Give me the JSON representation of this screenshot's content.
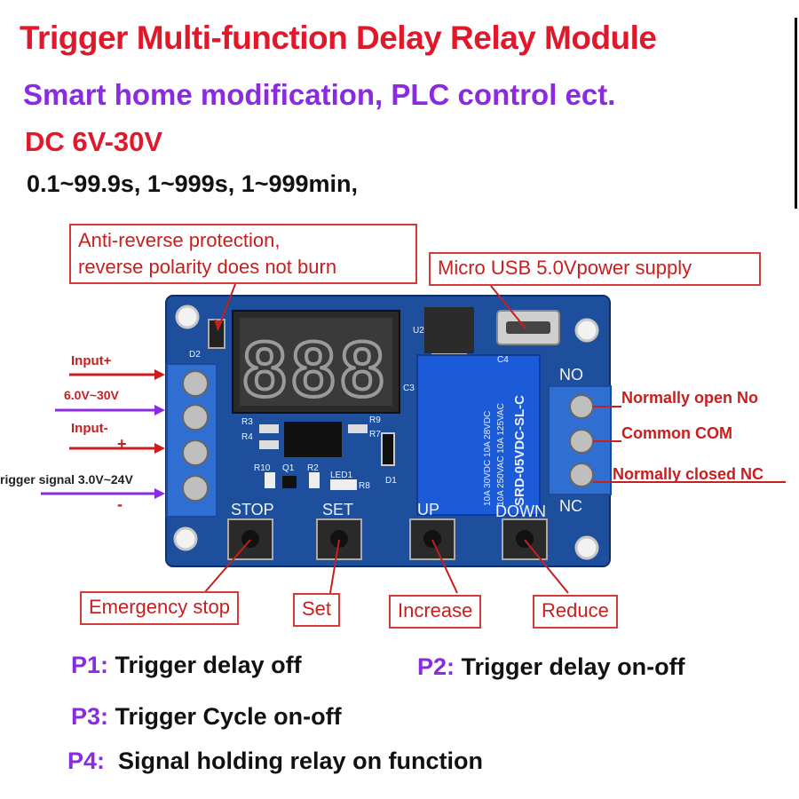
{
  "headings": {
    "title": "Trigger Multi-function Delay Relay Module",
    "subtitle": "Smart home modification, PLC control ect.",
    "voltage": "DC 6V-30V",
    "ranges": "0.1~99.9s, 1~999s, 1~999min,"
  },
  "callouts": {
    "anti_reverse_line1": "Anti-reverse protection,",
    "anti_reverse_line2": "reverse polarity does not burn",
    "usb": "Micro USB 5.0Vpower supply",
    "emergency": "Emergency stop",
    "set": "Set",
    "increase": "Increase",
    "reduce": "Reduce"
  },
  "left_labels": {
    "input_plus": "Input+",
    "voltage_range": "6.0V~30V",
    "input_minus": "Input-",
    "plus_sign": "+",
    "trigger": "rigger signal  3.0V~24V",
    "minus_sign": "-"
  },
  "right_labels": {
    "no": "Normally open No",
    "com": "Common COM",
    "nc": "Normally closed NC"
  },
  "board": {
    "display": "888",
    "button_stop": "STOP",
    "button_set": "SET",
    "button_up": "UP",
    "button_down": "DOWN",
    "no_mark": "NO",
    "nc_mark": "NC",
    "relay_text1": "SRD-05VDC-SL-C",
    "relay_text2": "10A 250VAC  10A 125VAC",
    "relay_text3": "10A 30VDC  10A 28VDC",
    "silk_d2": "D2",
    "silk_u2": "U2",
    "silk_c4": "C4",
    "silk_r10": "R10",
    "silk_q1": "Q1",
    "silk_r2": "R2",
    "silk_led1": "LED1",
    "silk_r8": "R8",
    "silk_d1": "D1",
    "silk_r3": "R3",
    "silk_r4": "R4",
    "silk_r9": "R9",
    "silk_c3": "C3",
    "silk_r7": "R7",
    "board_color": "#1d4f9c",
    "terminal_color": "#2f6fd1"
  },
  "modes": {
    "p1_key": "P1:",
    "p1_text": " Trigger delay off",
    "p2_key": "P2:",
    "p2_text": " Trigger delay on-off",
    "p3_key": "P3:",
    "p3_text": " Trigger Cycle on-off",
    "p4_key": "P4:",
    "p4_text": "  Signal holding relay on function"
  }
}
